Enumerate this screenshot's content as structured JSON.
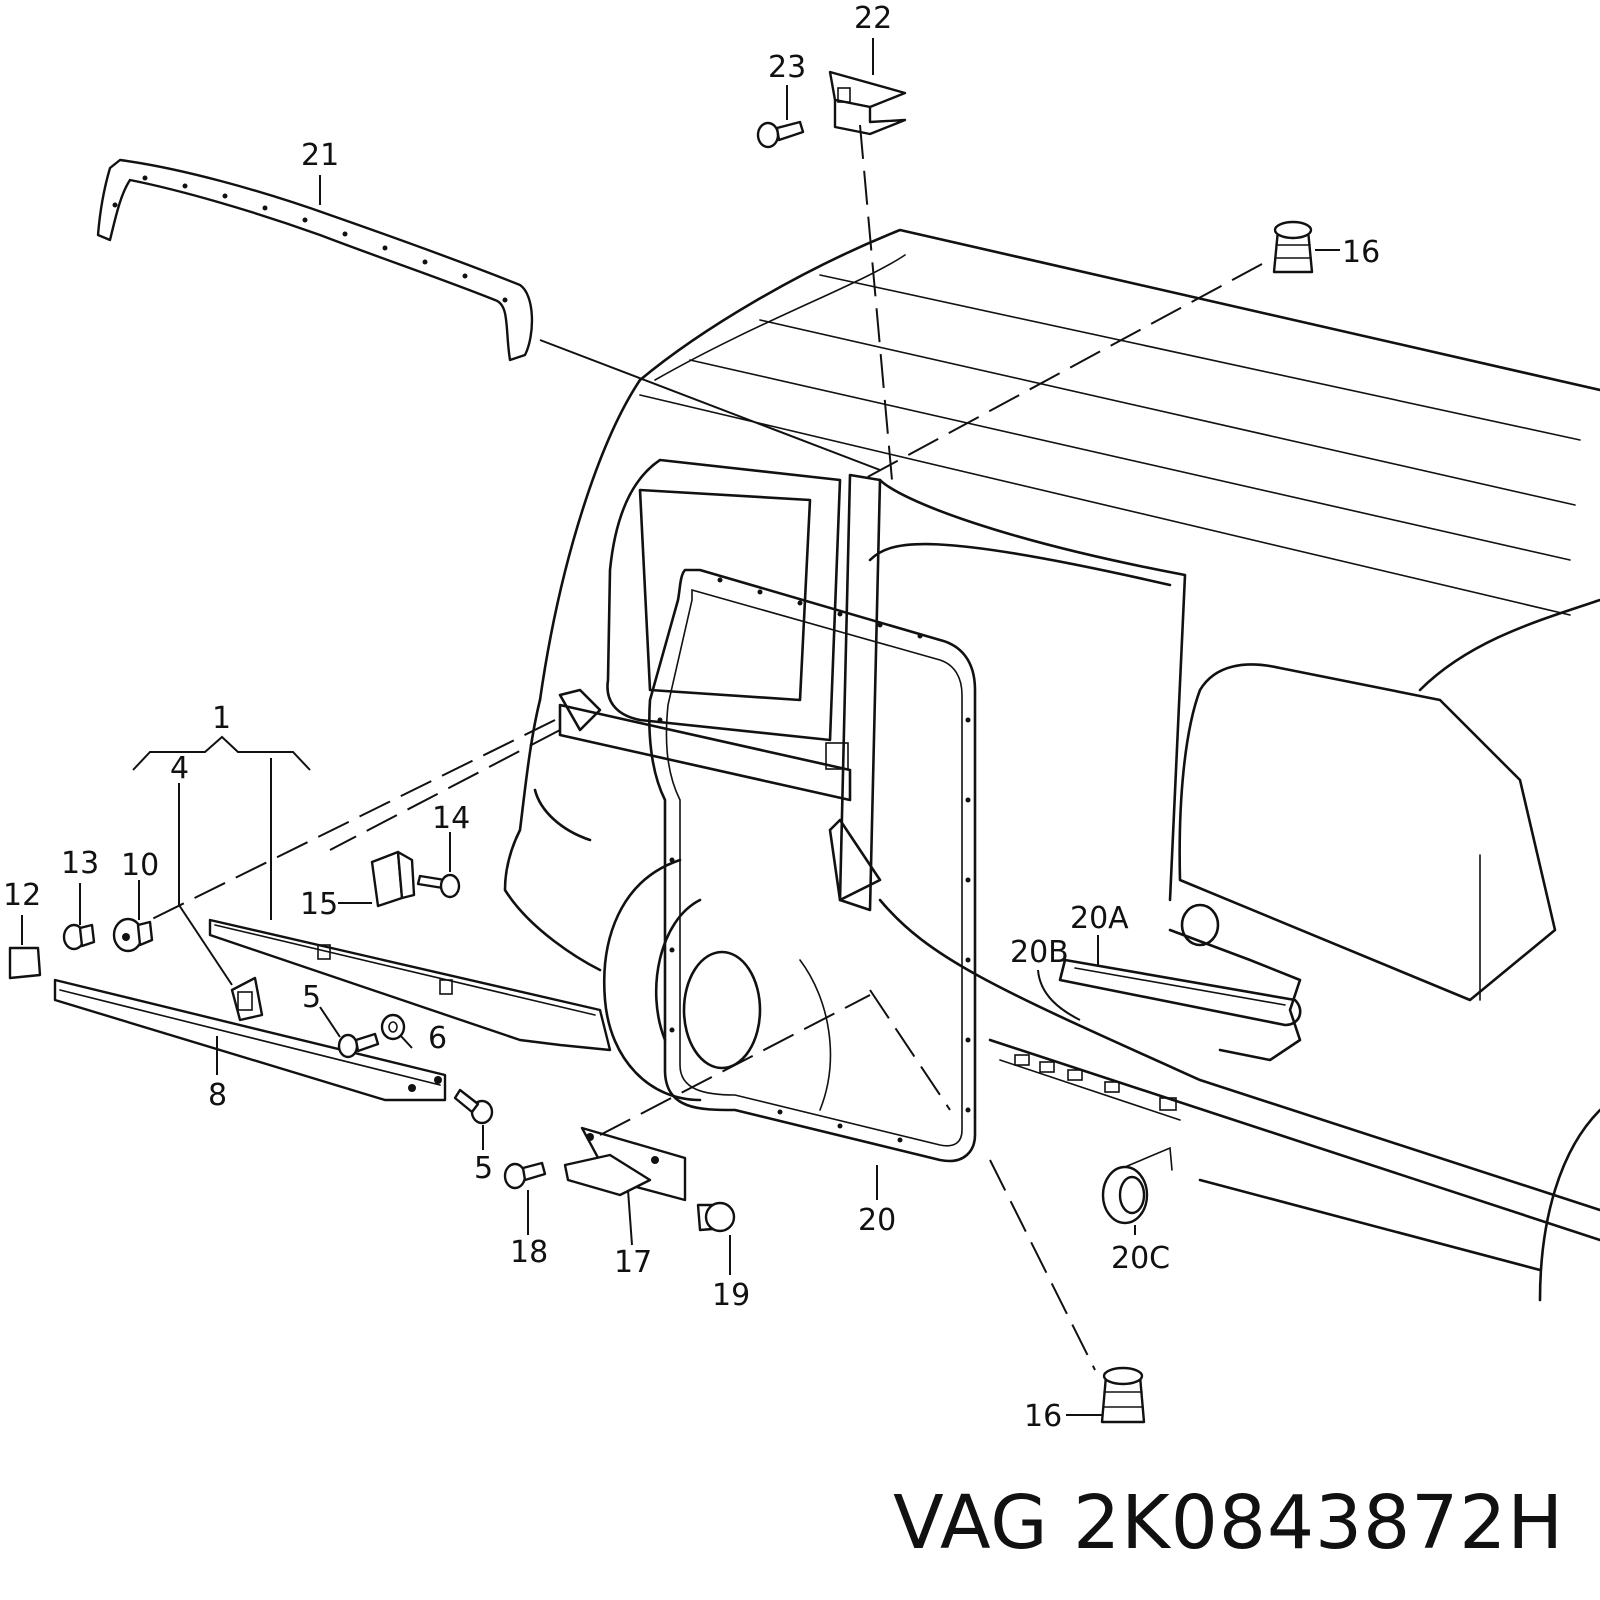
{
  "callouts": {
    "c1": "1",
    "c4": "4",
    "c5a": "5",
    "c5b": "5",
    "c6": "6",
    "c8": "8",
    "c10": "10",
    "c12": "12",
    "c13": "13",
    "c14": "14",
    "c15": "15",
    "c16a": "16",
    "c16b": "16",
    "c17": "17",
    "c18": "18",
    "c19": "19",
    "c20": "20",
    "c20a": "20A",
    "c20b": "20B",
    "c20c": "20C",
    "c21": "21",
    "c22": "22",
    "c23": "23"
  },
  "caption": "VAG 2K0843872H"
}
